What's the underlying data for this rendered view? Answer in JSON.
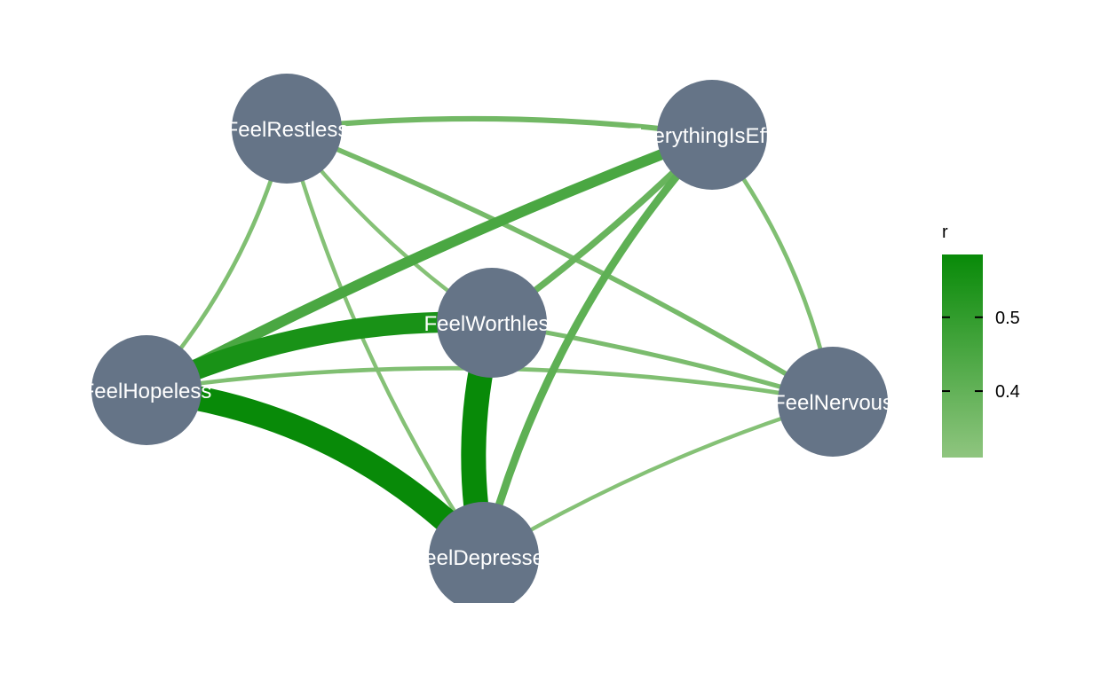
{
  "nodes": [
    {
      "id": "FeelRestless",
      "label": "FeelRestless"
    },
    {
      "id": "EverythingIsEffort",
      "label": "EverythingIsEffort"
    },
    {
      "id": "FeelWorthless",
      "label": "FeelWorthless"
    },
    {
      "id": "FeelHopeless",
      "label": "FeelHopeless"
    },
    {
      "id": "FeelNervous",
      "label": "FeelNervous"
    },
    {
      "id": "FeelDepressed",
      "label": "FeelDepressed"
    }
  ],
  "edges": [
    {
      "from": "FeelHopeless",
      "to": "FeelDepressed",
      "r": 0.59
    },
    {
      "from": "FeelWorthless",
      "to": "FeelDepressed",
      "r": 0.59
    },
    {
      "from": "FeelHopeless",
      "to": "FeelWorthless",
      "r": 0.55
    },
    {
      "from": "FeelHopeless",
      "to": "EverythingIsEffort",
      "r": 0.45
    },
    {
      "from": "EverythingIsEffort",
      "to": "FeelDepressed",
      "r": 0.41
    },
    {
      "from": "FeelWorthless",
      "to": "EverythingIsEffort",
      "r": 0.39
    },
    {
      "from": "FeelRestless",
      "to": "EverythingIsEffort",
      "r": 0.37
    },
    {
      "from": "FeelRestless",
      "to": "FeelNervous",
      "r": 0.36
    },
    {
      "from": "FeelRestless",
      "to": "FeelHopeless",
      "r": 0.34
    },
    {
      "from": "FeelRestless",
      "to": "FeelDepressed",
      "r": 0.33
    },
    {
      "from": "FeelRestless",
      "to": "FeelWorthless",
      "r": 0.33
    },
    {
      "from": "EverythingIsEffort",
      "to": "FeelNervous",
      "r": 0.34
    },
    {
      "from": "FeelWorthless",
      "to": "FeelNervous",
      "r": 0.35
    },
    {
      "from": "FeelHopeless",
      "to": "FeelNervous",
      "r": 0.34
    },
    {
      "from": "FeelNervous",
      "to": "FeelDepressed",
      "r": 0.33
    }
  ],
  "legend": {
    "title": "r",
    "ticks": [
      {
        "value": 0.5,
        "label": "0.5"
      },
      {
        "value": 0.4,
        "label": "0.4"
      }
    ],
    "min": 0.31,
    "max": 0.585
  },
  "colors": {
    "node_fill": "#657487",
    "node_text": "#ffffff",
    "edge_high": "#088a08",
    "edge_low": "#8fc57f"
  }
}
